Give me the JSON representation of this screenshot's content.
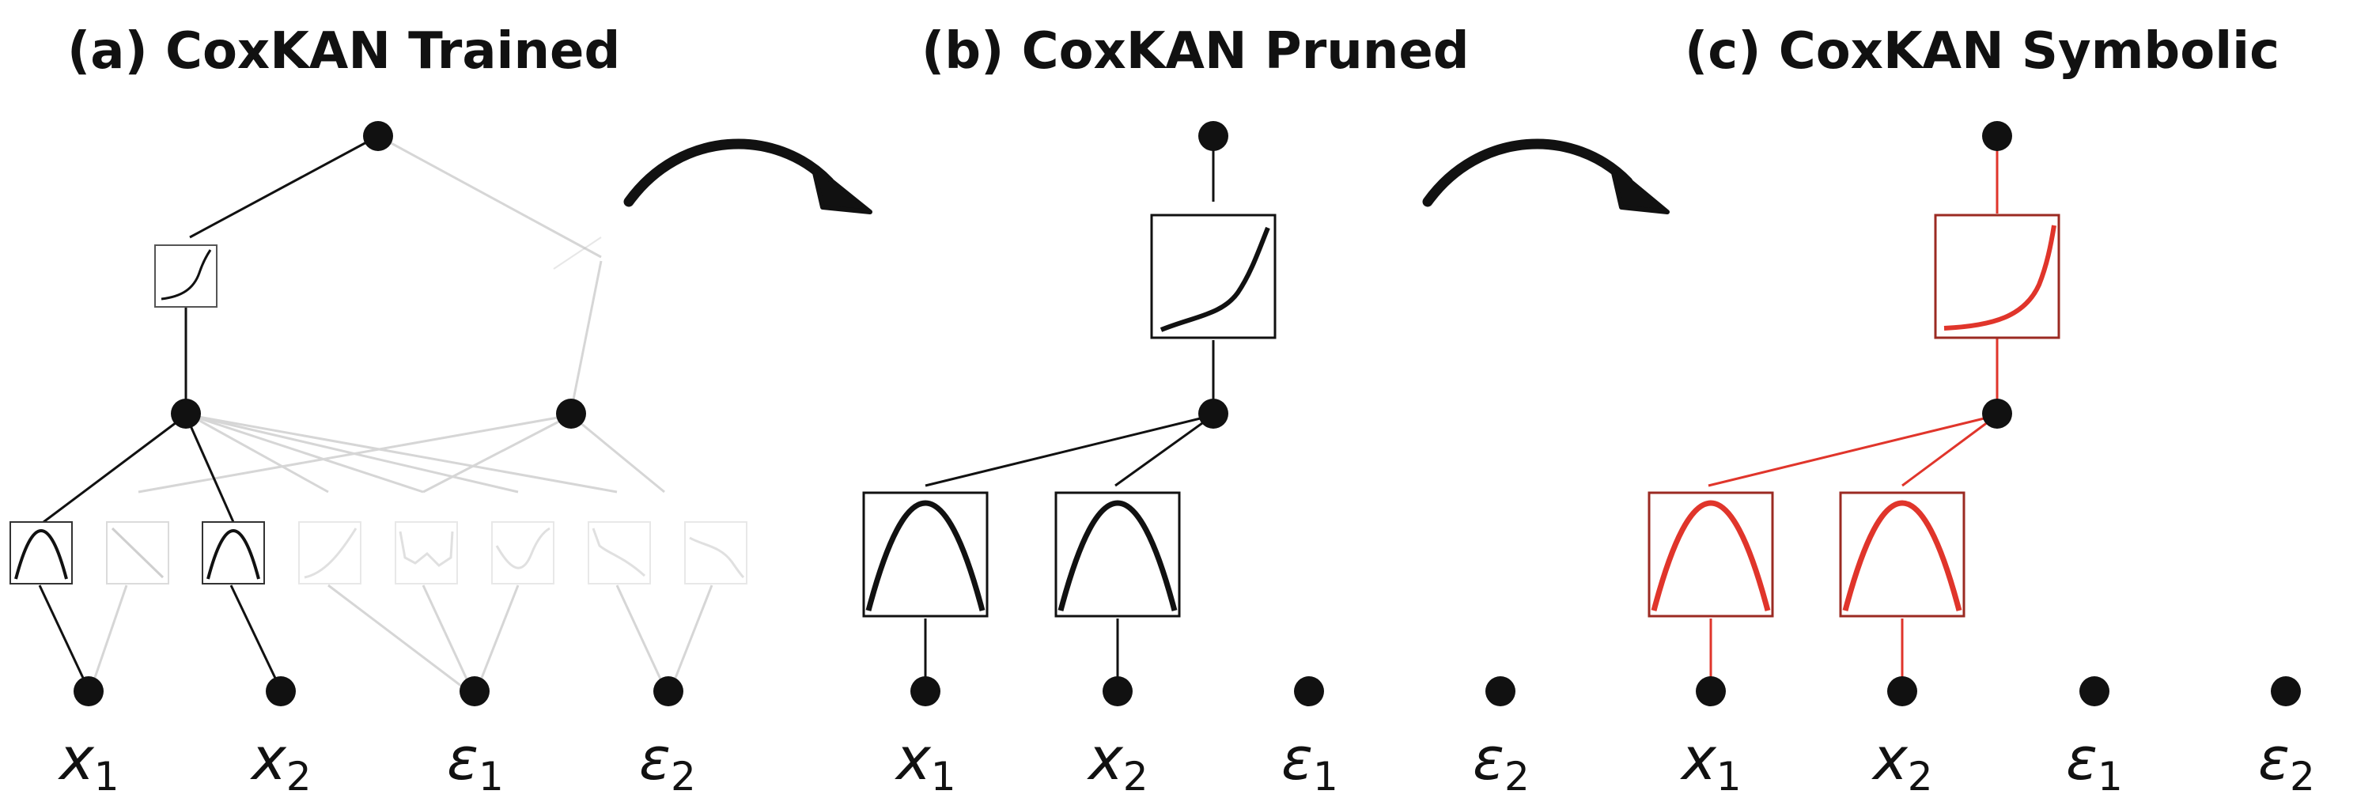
{
  "colors": {
    "ink": "#111111",
    "faint": "#c8c8c8",
    "symbolic": "#e0352b",
    "background": "#ffffff"
  },
  "panels": [
    {
      "title": "(a) CoxKAN Trained"
    },
    {
      "title": "(b) CoxKAN Pruned"
    },
    {
      "title": "(c) CoxKAN Symbolic"
    }
  ],
  "inputs": [
    {
      "symbol": "x",
      "sub": "1"
    },
    {
      "symbol": "x",
      "sub": "2"
    },
    {
      "symbol": "ε",
      "sub": "1"
    },
    {
      "symbol": "ε",
      "sub": "2"
    }
  ],
  "icons": [
    "arrow-curved-right-icon",
    "parabola-icon",
    "sigmoid-icon",
    "exponential-icon"
  ]
}
